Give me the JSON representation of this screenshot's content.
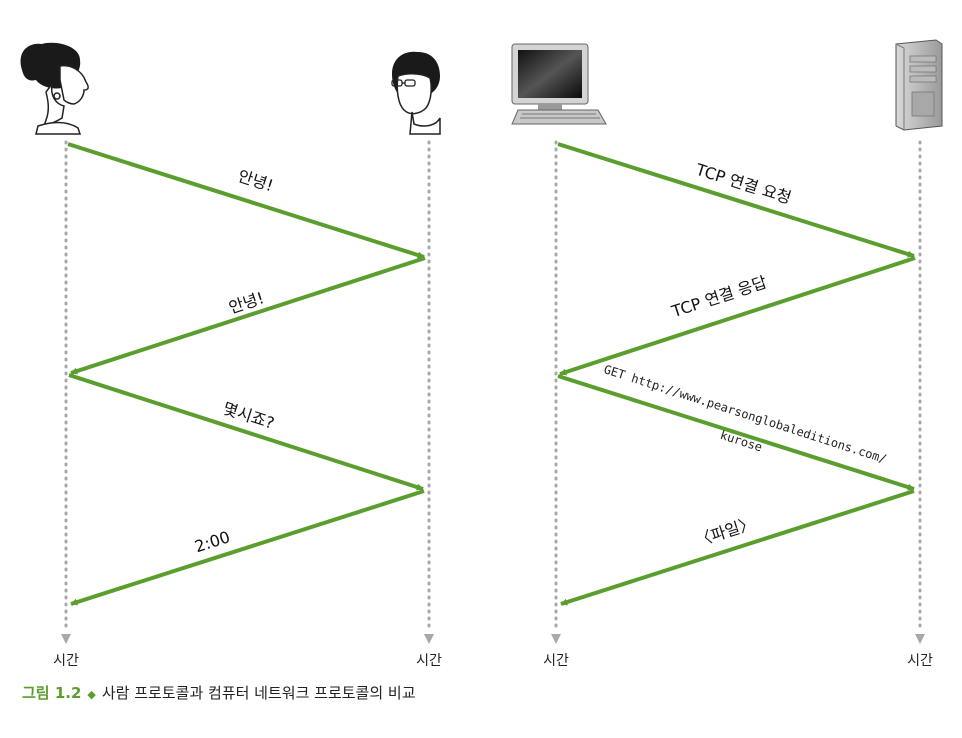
{
  "human_protocol": {
    "messages": [
      "안녕!",
      "안녕!",
      "몇시죠?",
      "2:00"
    ],
    "time_label_left": "시간",
    "time_label_right": "시간"
  },
  "computer_protocol": {
    "messages": [
      "TCP 연결 요청",
      "TCP 연결 응답",
      "〈파일〉"
    ],
    "get_line1": "GET http://www.pearsonglobaleditions.com/",
    "get_line2": "kurose",
    "time_label_left": "시간",
    "time_label_right": "시간"
  },
  "caption": {
    "number": "그림 1.2",
    "text": "사람 프로토콜과 컴퓨터 네트워크 프로토콜의 비교"
  },
  "colors": {
    "arrow": "#5a9e2d",
    "timeline": "#a8a8a8",
    "caption_accent": "#5a9e2d"
  }
}
